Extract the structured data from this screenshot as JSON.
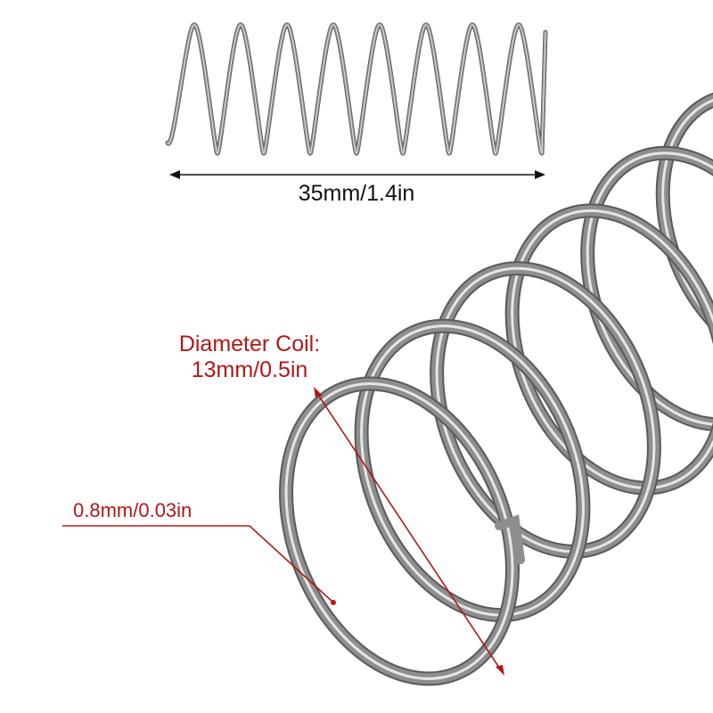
{
  "annotations": {
    "length": "35mm/1.4in",
    "coil_diameter_line1": "Diameter Coil:",
    "coil_diameter_line2": "13mm/0.5in",
    "wire_thickness": "0.8mm/0.03in"
  },
  "colors": {
    "background": "#ffffff",
    "length_text": "#111111",
    "annotation_red": "#b01818",
    "spring_steel": "#8e8e8e",
    "spring_highlight": "#e6e6e6",
    "spring_shadow": "#5a5a5a"
  },
  "spring_small": {
    "turns": 8
  },
  "spring_large": {
    "visible_turns": 6
  }
}
